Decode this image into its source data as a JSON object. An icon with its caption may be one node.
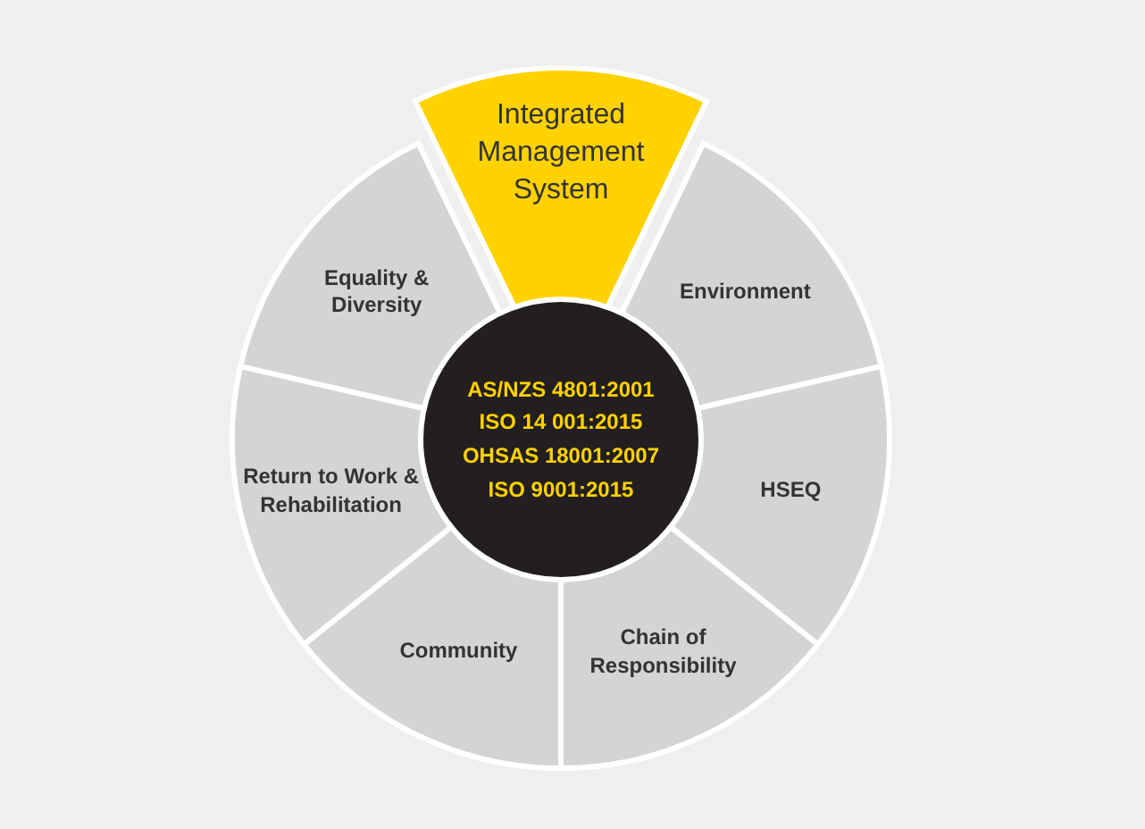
{
  "diagram": {
    "nodes": [
      {
        "text": [
          "Integrated Management System"
        ]
      },
      {
        "text": [
          "Environment"
        ]
      },
      {
        "text": [
          "HSEQ"
        ]
      },
      {
        "text": [
          "Chain of Responsibility"
        ]
      },
      {
        "text": [
          "Community"
        ]
      },
      {
        "text": [
          "Return to Work & Rehabilitation"
        ]
      },
      {
        "text": [
          "Equality & Diversity"
        ]
      },
      {
        "text": [
          "AS/NZS 4801:2001",
          "ISO 14 001:2015",
          "OHSAS 18001:2007",
          "ISO 9001:2015"
        ]
      }
    ]
  }
}
